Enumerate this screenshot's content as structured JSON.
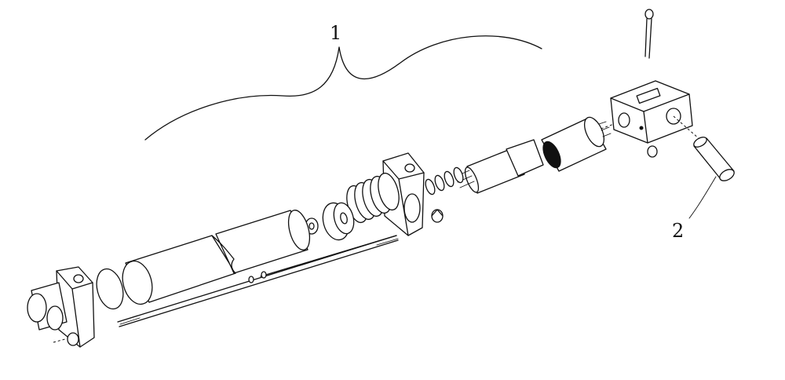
{
  "figure": {
    "callouts": [
      {
        "id": "1",
        "text": "1"
      },
      {
        "id": "2",
        "text": "2"
      }
    ]
  }
}
